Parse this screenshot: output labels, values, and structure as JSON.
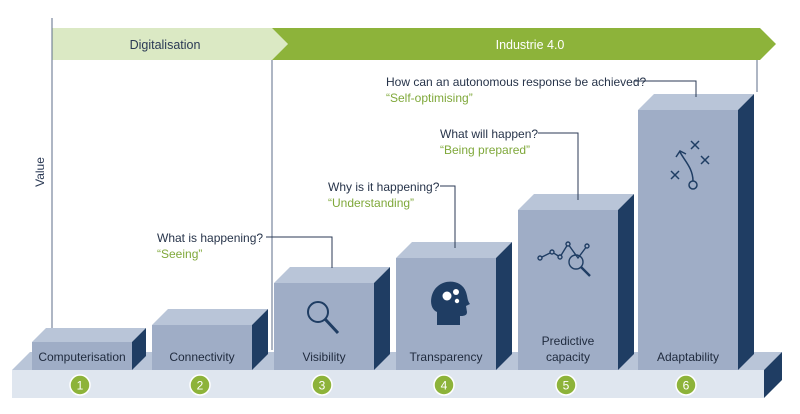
{
  "phases": [
    {
      "label": "Digitalisation"
    },
    {
      "label": "Industrie 4.0"
    }
  ],
  "y_axis_label": "Value",
  "stages": [
    {
      "number": "1",
      "label": "Computerisation",
      "label_line2": ""
    },
    {
      "number": "2",
      "label": "Connectivity",
      "label_line2": ""
    },
    {
      "number": "3",
      "label": "Visibility",
      "label_line2": "",
      "icon": "magnifier-icon"
    },
    {
      "number": "4",
      "label": "Transparency",
      "label_line2": "",
      "icon": "brain-head-icon"
    },
    {
      "number": "5",
      "label": "Predictive",
      "label_line2": "capacity",
      "icon": "analytics-chart-icon"
    },
    {
      "number": "6",
      "label": "Adaptability",
      "label_line2": "",
      "icon": "strategy-play-icon"
    }
  ],
  "callouts": [
    {
      "question": "What is happening?",
      "answer": "“Seeing”"
    },
    {
      "question": "Why is it happening?",
      "answer": "“Understanding”"
    },
    {
      "question": "What will happen?",
      "answer": "“Being prepared”"
    },
    {
      "question": "How can an autonomous response be achieved?",
      "answer": "“Self-optimising”"
    }
  ],
  "colors": {
    "phase1_fill": "#dbe9c4",
    "phase2_fill": "#8db33a",
    "block_front": "#9fadc6",
    "block_top": "#b9c5d8",
    "block_side": "#1f3d63",
    "badge": "#8db33a",
    "answer_text": "#7fa83a",
    "question_text": "#27344a",
    "line": "#2b3a55"
  }
}
